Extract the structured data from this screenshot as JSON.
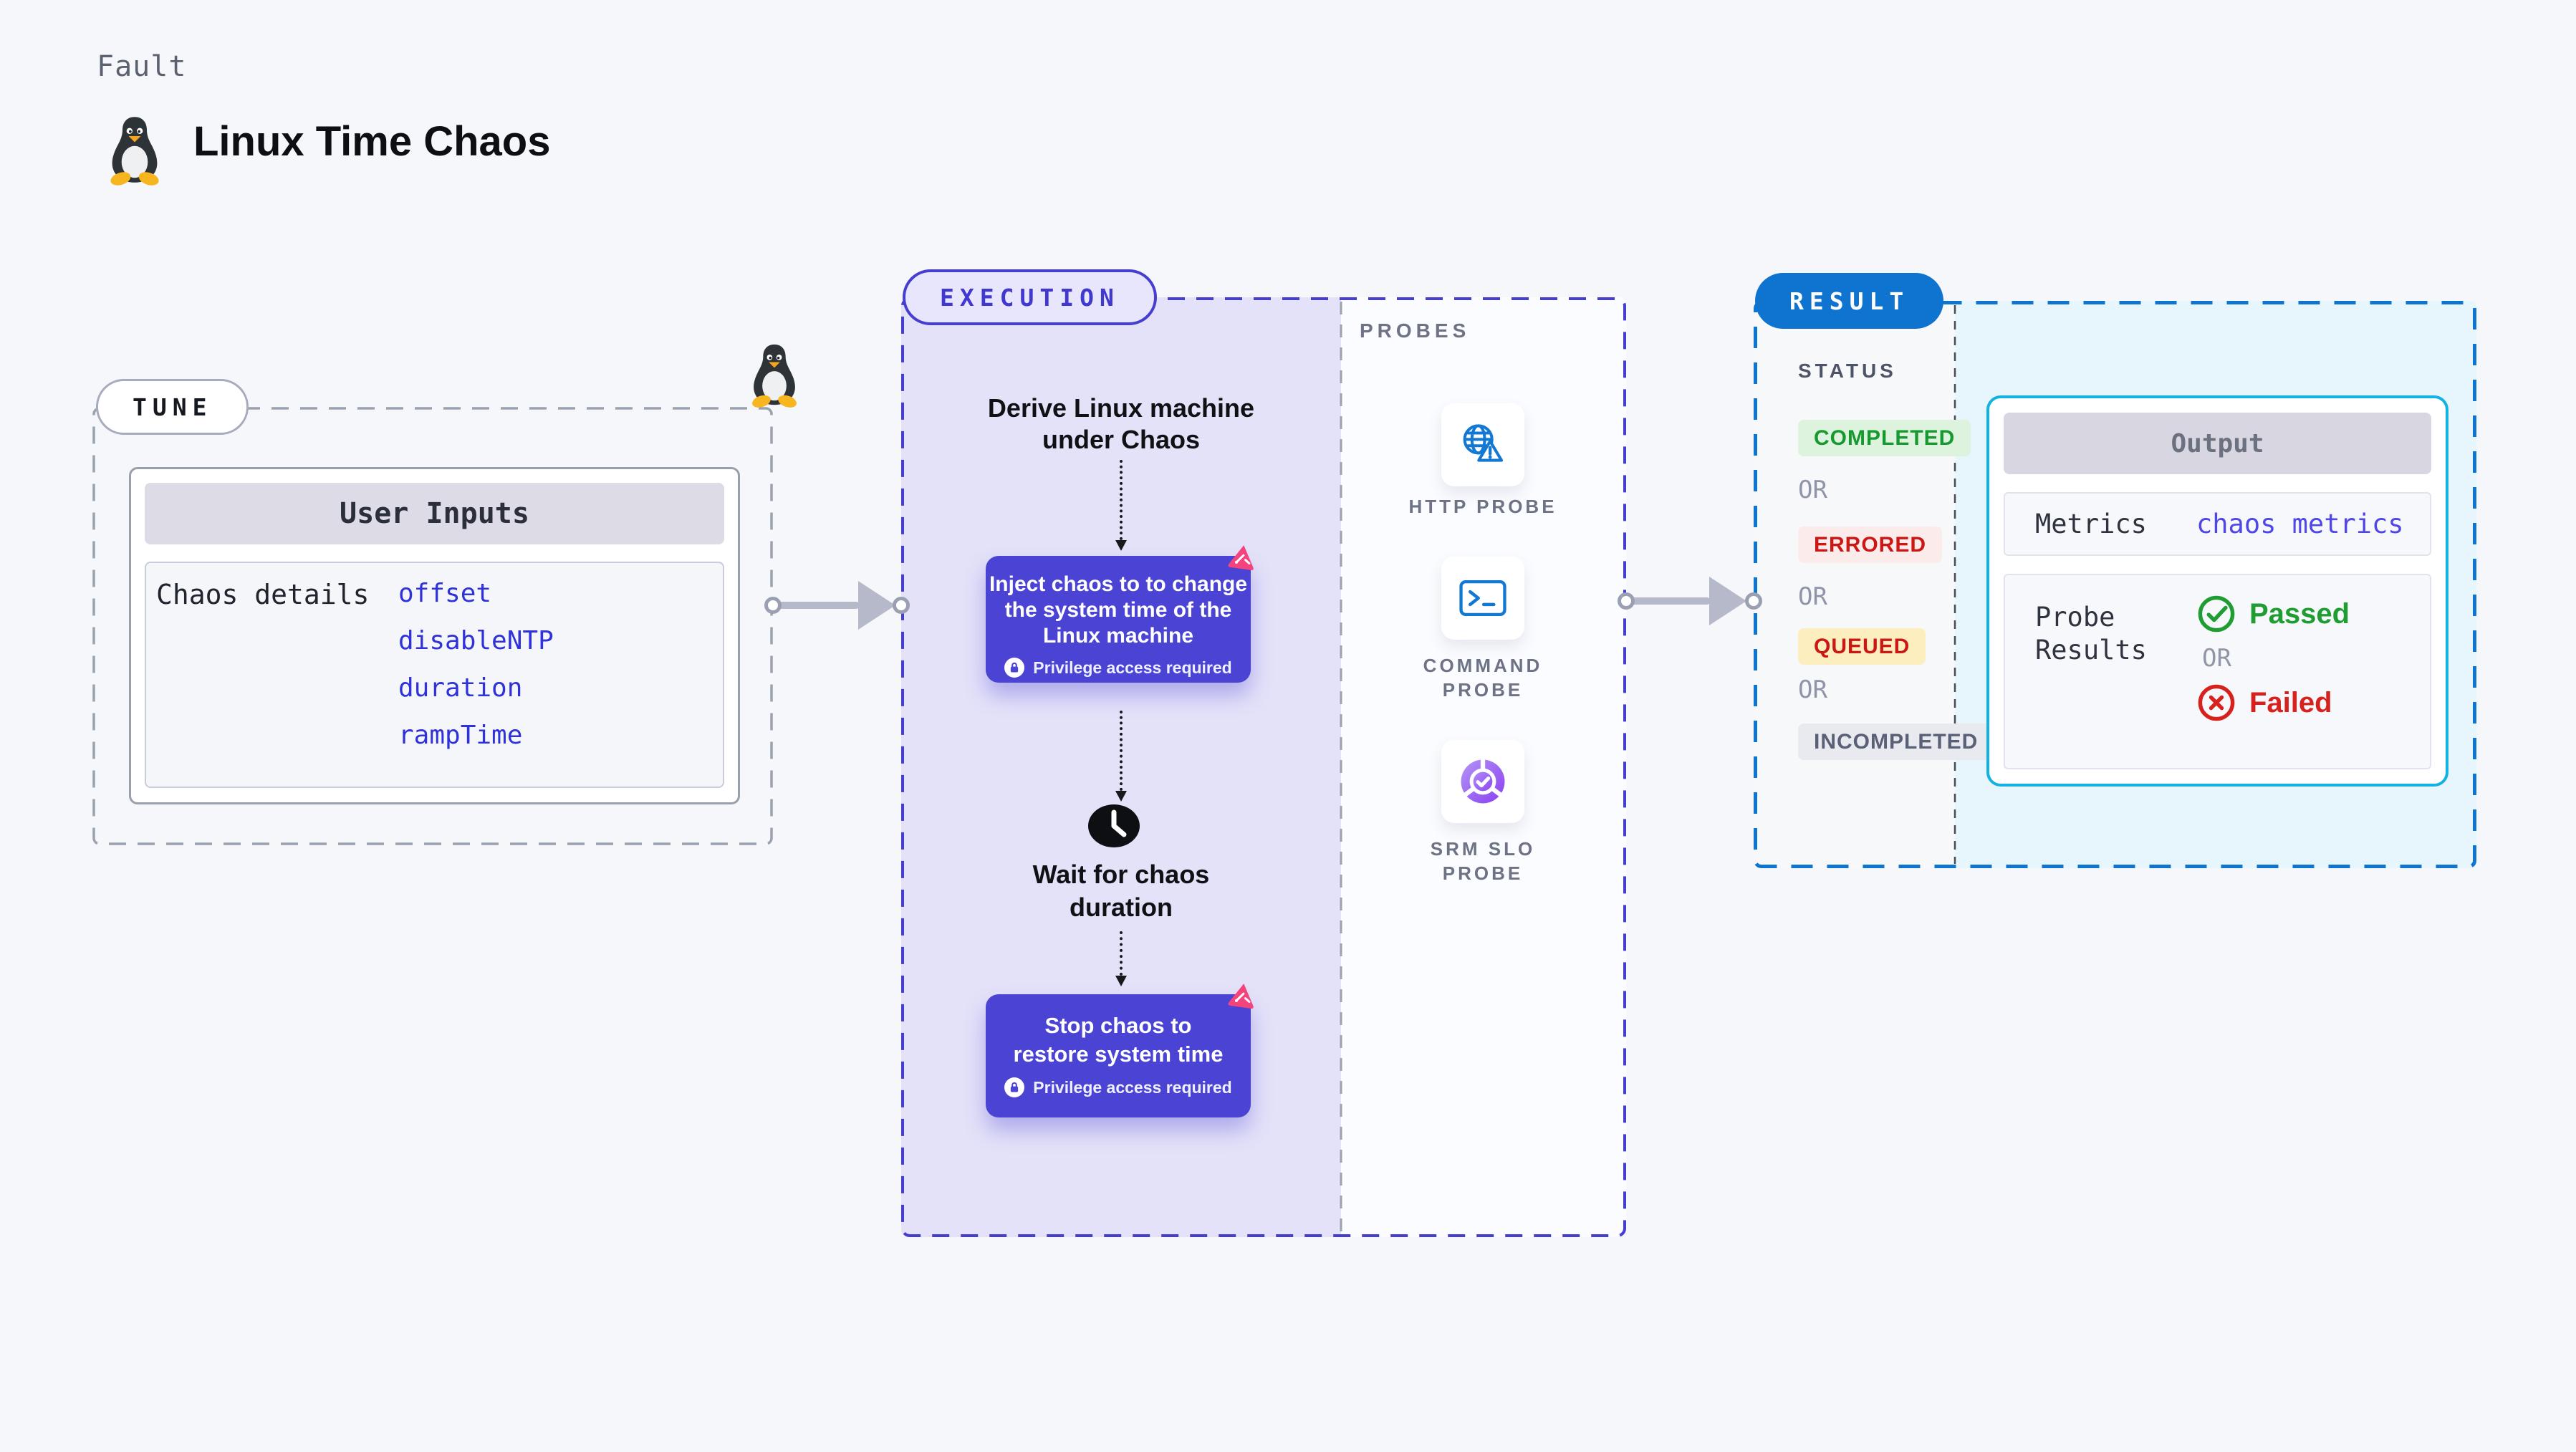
{
  "header": {
    "eyebrow": "Fault",
    "title": "Linux Time Chaos"
  },
  "tune": {
    "label": "TUNE",
    "card_title": "User Inputs",
    "row_label": "Chaos details",
    "inputs": [
      "offset",
      "disableNTP",
      "duration",
      "rampTime"
    ]
  },
  "execution": {
    "label": "EXECUTION",
    "derive_step": "Derive Linux machine\nunder Chaos",
    "inject_step": "Inject chaos to to change\nthe system time of the\nLinux machine",
    "wait_step": "Wait for chaos\nduration",
    "stop_step": "Stop chaos to\nrestore system time",
    "privilege_note": "Privilege access required"
  },
  "probes": {
    "label": "PROBES",
    "items": [
      {
        "name": "HTTP PROBE",
        "icon": "globe-warning-icon"
      },
      {
        "name": "COMMAND\nPROBE",
        "icon": "terminal-icon"
      },
      {
        "name": "SRM SLO\nPROBE",
        "icon": "slo-donut-icon"
      }
    ]
  },
  "result": {
    "label": "RESULT",
    "status_title": "STATUS",
    "or_label": "OR",
    "statuses": [
      "COMPLETED",
      "ERRORED",
      "QUEUED",
      "INCOMPLETED"
    ],
    "output": {
      "title": "Output",
      "metrics_label": "Metrics",
      "metrics_value": "chaos metrics",
      "probe_results_label": "Probe\nResults",
      "passed": "Passed",
      "or_label": "OR",
      "failed": "Failed"
    }
  },
  "colors": {
    "page_bg": "#f6f7fb",
    "indigo_accent": "#453ecf",
    "purple_step": "#4b43d3",
    "pink_badge": "#f5437e",
    "result_blue": "#0e74cf",
    "output_cyan_border": "#12b2e3",
    "probe_icon_blue": "#1278d2",
    "link_blue": "#2f32d9",
    "completed_green": "#169a2f",
    "errored_red": "#cb1815",
    "queued_bg": "#fdeebf",
    "passed_green": "#1f9d33",
    "failed_red": "#d7211d"
  }
}
